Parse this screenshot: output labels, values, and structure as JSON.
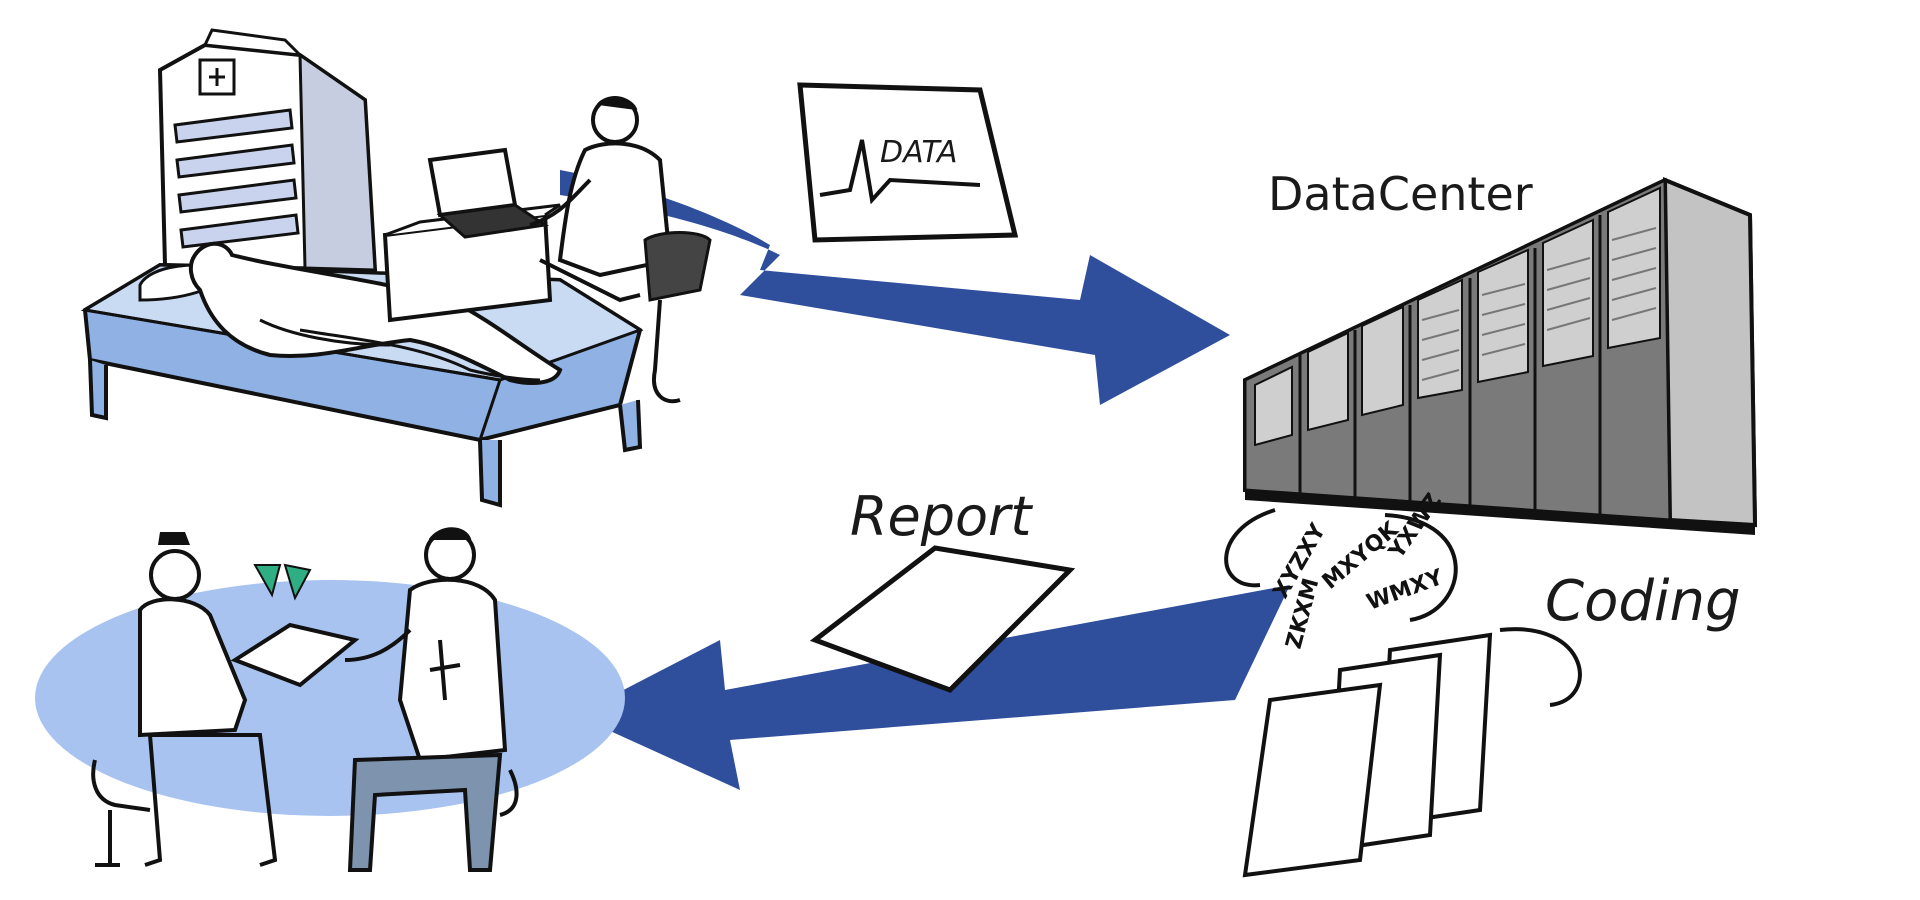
{
  "labels": {
    "data_card": "DATA",
    "datacenter": "DataCenter",
    "report": "Report",
    "coding": "Coding"
  },
  "colors": {
    "arrow_blue": "#2f4e9c",
    "bed_blue": "#8fb1e3",
    "bed_light": "#c9daf3",
    "oval_blue": "#a9c3f0",
    "server_dark": "#5a5a5a",
    "server_panel": "#7a7a7a",
    "building_gray": "#dfe3ee"
  },
  "icons": [
    "hospital-building-icon",
    "patient-on-bed-icon",
    "technician-at-computer-icon",
    "data-waveform-card-icon",
    "datacenter-server-rack-icon",
    "coding-documents-icon",
    "report-paper-icon",
    "consultation-doctor-patient-icon"
  ]
}
